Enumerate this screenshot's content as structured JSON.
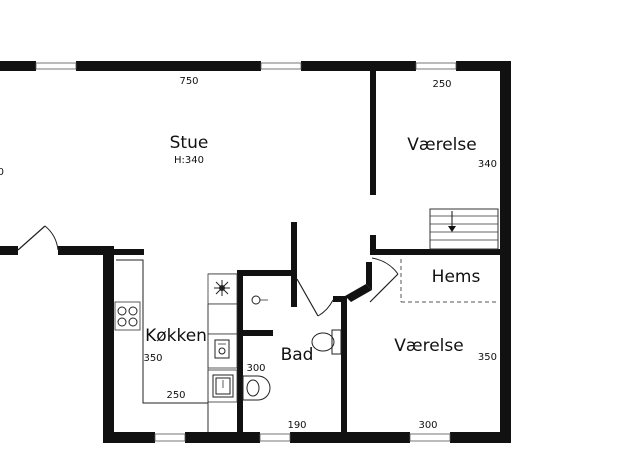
{
  "rooms": {
    "stue": {
      "name": "Stue",
      "height": "H:340",
      "width_dim": "750",
      "side_dim": "0"
    },
    "vaerelse_top": {
      "name": "Værelse",
      "width_dim": "250",
      "depth_dim": "340"
    },
    "hems": {
      "name": "Hems"
    },
    "vaerelse_bottom": {
      "name": "Værelse",
      "width_dim": "300",
      "depth_dim": "350"
    },
    "koekken": {
      "name": "Køkken",
      "depth_dim": "350",
      "width_dim": "250"
    },
    "bad": {
      "name": "Bad",
      "depth_dim": "300",
      "width_dim": "190"
    }
  },
  "icons": [
    "stairs-icon",
    "stove-icon",
    "sink-icon",
    "toilet-icon",
    "washbasin-icon",
    "fan-icon"
  ]
}
